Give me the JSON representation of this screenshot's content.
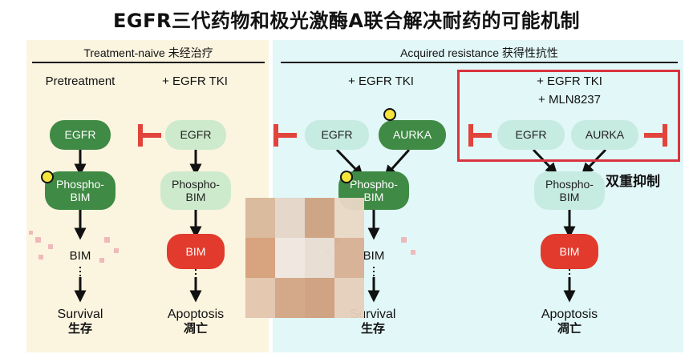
{
  "title": "EGFR三代药物和极光激酶A联合解决耐药的可能机制",
  "sections": {
    "left_header": "Treatment-naive 未经治疗",
    "right_header": "Acquired resistance 获得性抗性"
  },
  "columns": [
    {
      "label": "Pretreatment"
    },
    {
      "label": "+ EGFR TKI"
    },
    {
      "label": "+ EGFR TKI"
    },
    {
      "label_line1": "+ EGFR TKI",
      "label_line2": "+ MLN8237"
    }
  ],
  "nodes": {
    "egfr": "EGFR",
    "aurka": "AURKA",
    "phospho_line1": "Phospho-",
    "phospho_line2": "BIM",
    "bim": "BIM"
  },
  "outcomes": {
    "survival_en": "Survival",
    "survival_zh": "生存",
    "apoptosis_en": "Apoptosis",
    "apoptosis_zh": "凋亡"
  },
  "annotation": "双重抑制",
  "colors": {
    "dark_green": "#3f8a44",
    "light_green": "#cdeacd",
    "pale_teal": "#c6ebe1",
    "red": "#e23a2c",
    "inhibitor_red": "#e0443c",
    "highlight_box": "#d9343f",
    "left_panel_bg": "#fbf4df",
    "right_panel_bg": "#e2f7f7"
  },
  "icons": [
    "inhibition-bar-icon",
    "phosphate-dot-icon",
    "arrow-down-icon"
  ]
}
